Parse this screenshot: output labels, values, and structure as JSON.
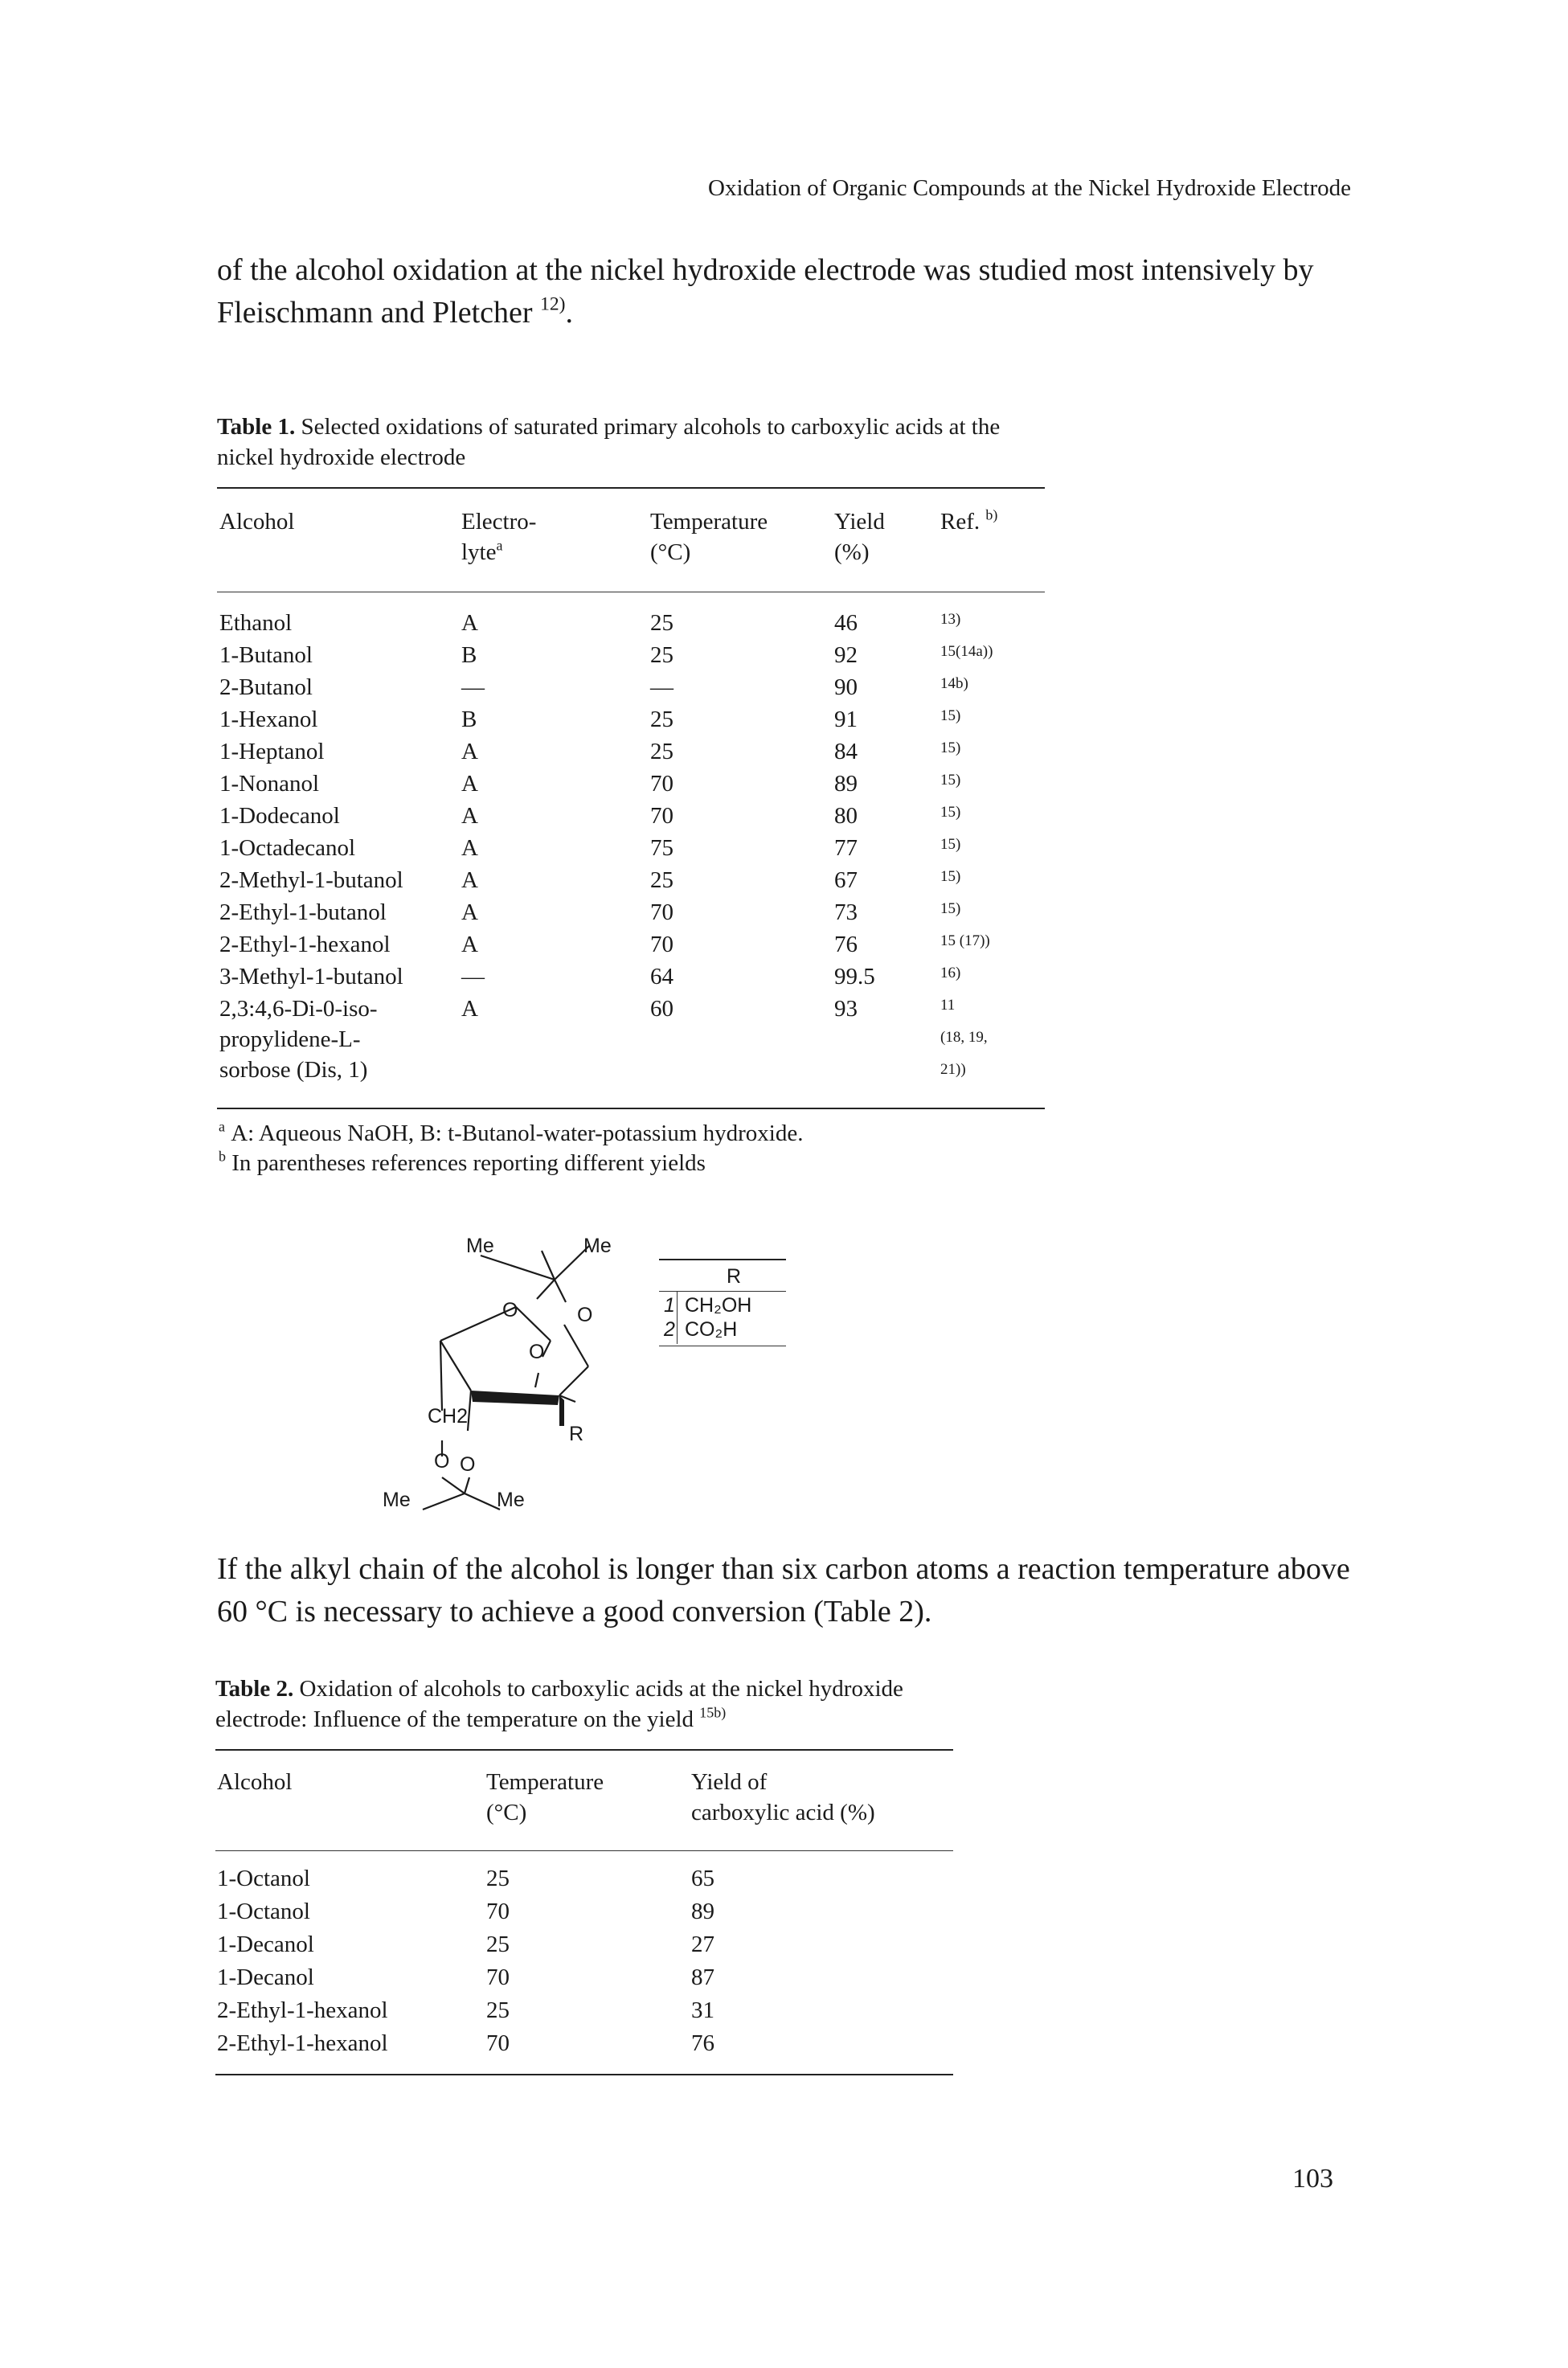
{
  "running_head": "Oxidation of Organic Compounds at the Nickel Hydroxide Electrode",
  "intro": {
    "text": "of the alcohol oxidation at the nickel hydroxide electrode was studied most intensively by Fleischmann and Pletcher",
    "ref": "12)",
    "end": "."
  },
  "table1": {
    "label": "Table 1.",
    "caption": "Selected oxidations of saturated primary alcohols to carboxylic acids at the nickel hydroxide electrode",
    "headers": {
      "alcohol": "Alcohol",
      "electrolyte_1": "Electro-",
      "electrolyte_2": "lyte",
      "electrolyte_sup": "a",
      "temperature_1": "Temperature",
      "temperature_2": "(°C)",
      "yield_1": "Yield",
      "yield_2": "(%)",
      "ref": "Ref.",
      "ref_sup": "b)"
    },
    "rows": [
      {
        "alcohol": [
          "Ethanol"
        ],
        "electrolyte": "A",
        "temperature": "25",
        "yield": "46",
        "ref": [
          "13)"
        ]
      },
      {
        "alcohol": [
          "1-Butanol"
        ],
        "electrolyte": "B",
        "temperature": "25",
        "yield": "92",
        "ref": [
          "15(14a))"
        ]
      },
      {
        "alcohol": [
          "2-Butanol"
        ],
        "electrolyte": "—",
        "temperature": "—",
        "yield": "90",
        "ref": [
          "14b)"
        ]
      },
      {
        "alcohol": [
          "1-Hexanol"
        ],
        "electrolyte": "B",
        "temperature": "25",
        "yield": "91",
        "ref": [
          "15)"
        ]
      },
      {
        "alcohol": [
          "1-Heptanol"
        ],
        "electrolyte": "A",
        "temperature": "25",
        "yield": "84",
        "ref": [
          "15)"
        ]
      },
      {
        "alcohol": [
          "1-Nonanol"
        ],
        "electrolyte": "A",
        "temperature": "70",
        "yield": "89",
        "ref": [
          "15)"
        ]
      },
      {
        "alcohol": [
          "1-Dodecanol"
        ],
        "electrolyte": "A",
        "temperature": "70",
        "yield": "80",
        "ref": [
          "15)"
        ]
      },
      {
        "alcohol": [
          "1-Octadecanol"
        ],
        "electrolyte": "A",
        "temperature": "75",
        "yield": "77",
        "ref": [
          "15)"
        ]
      },
      {
        "alcohol": [
          "2-Methyl-1-butanol"
        ],
        "electrolyte": "A",
        "temperature": "25",
        "yield": "67",
        "ref": [
          "15)"
        ]
      },
      {
        "alcohol": [
          "2-Ethyl-1-butanol"
        ],
        "electrolyte": "A",
        "temperature": "70",
        "yield": "73",
        "ref": [
          "15)"
        ]
      },
      {
        "alcohol": [
          "2-Ethyl-1-hexanol"
        ],
        "electrolyte": "A",
        "temperature": "70",
        "yield": "76",
        "ref": [
          "15 (17))"
        ]
      },
      {
        "alcohol": [
          "3-Methyl-1-butanol"
        ],
        "electrolyte": "—",
        "temperature": "64",
        "yield": "99.5",
        "ref": [
          "16)"
        ]
      },
      {
        "alcohol": [
          "2,3:4,6-Di-0-iso-",
          "propylidene-L-",
          "sorbose (Dis, 1)"
        ],
        "electrolyte": "A",
        "temperature": "60",
        "yield": "93",
        "ref": [
          "11",
          "(18, 19,",
          "21))"
        ]
      }
    ],
    "footnotes": [
      {
        "mark": "a",
        "text": "A: Aqueous NaOH, B: t-Butanol-water-potassium hydroxide."
      },
      {
        "mark": "b",
        "text": "In parentheses references reporting different yields"
      }
    ]
  },
  "structure": {
    "labels": {
      "me_top_left": "Me",
      "me_top_right": "Me",
      "o_ring": "O",
      "o_right": "O",
      "o_mid": "O",
      "r": "R",
      "ch2": "CH2",
      "o_low_left": "O",
      "o_low_right": "O",
      "me_bottom_left": "Me",
      "me_bottom_right": "Me"
    },
    "table": {
      "header": "R",
      "rows": [
        {
          "num": "1",
          "value": "CH₂OH"
        },
        {
          "num": "2",
          "value": "CO₂H"
        }
      ]
    }
  },
  "para2": {
    "text": "If the alkyl chain of the alcohol is longer than six carbon atoms a reaction temperature above 60 °C is necessary to achieve a good conversion (Table 2)."
  },
  "table2": {
    "label": "Table 2.",
    "caption": "Oxidation of alcohols to carboxylic acids at the nickel hydroxide electrode: Influence of the temperature on the yield",
    "caption_ref": "15b)",
    "headers": {
      "alcohol": "Alcohol",
      "temperature_1": "Temperature",
      "temperature_2": "(°C)",
      "yield_1": "Yield of",
      "yield_2": "carboxylic acid (%)"
    },
    "rows": [
      {
        "alcohol": "1-Octanol",
        "temperature": "25",
        "yield": "65"
      },
      {
        "alcohol": "1-Octanol",
        "temperature": "70",
        "yield": "89"
      },
      {
        "alcohol": "1-Decanol",
        "temperature": "25",
        "yield": "27"
      },
      {
        "alcohol": "1-Decanol",
        "temperature": "70",
        "yield": "87"
      },
      {
        "alcohol": "2-Ethyl-1-hexanol",
        "temperature": "25",
        "yield": "31"
      },
      {
        "alcohol": "2-Ethyl-1-hexanol",
        "temperature": "70",
        "yield": "76"
      }
    ]
  },
  "page_number": "103"
}
